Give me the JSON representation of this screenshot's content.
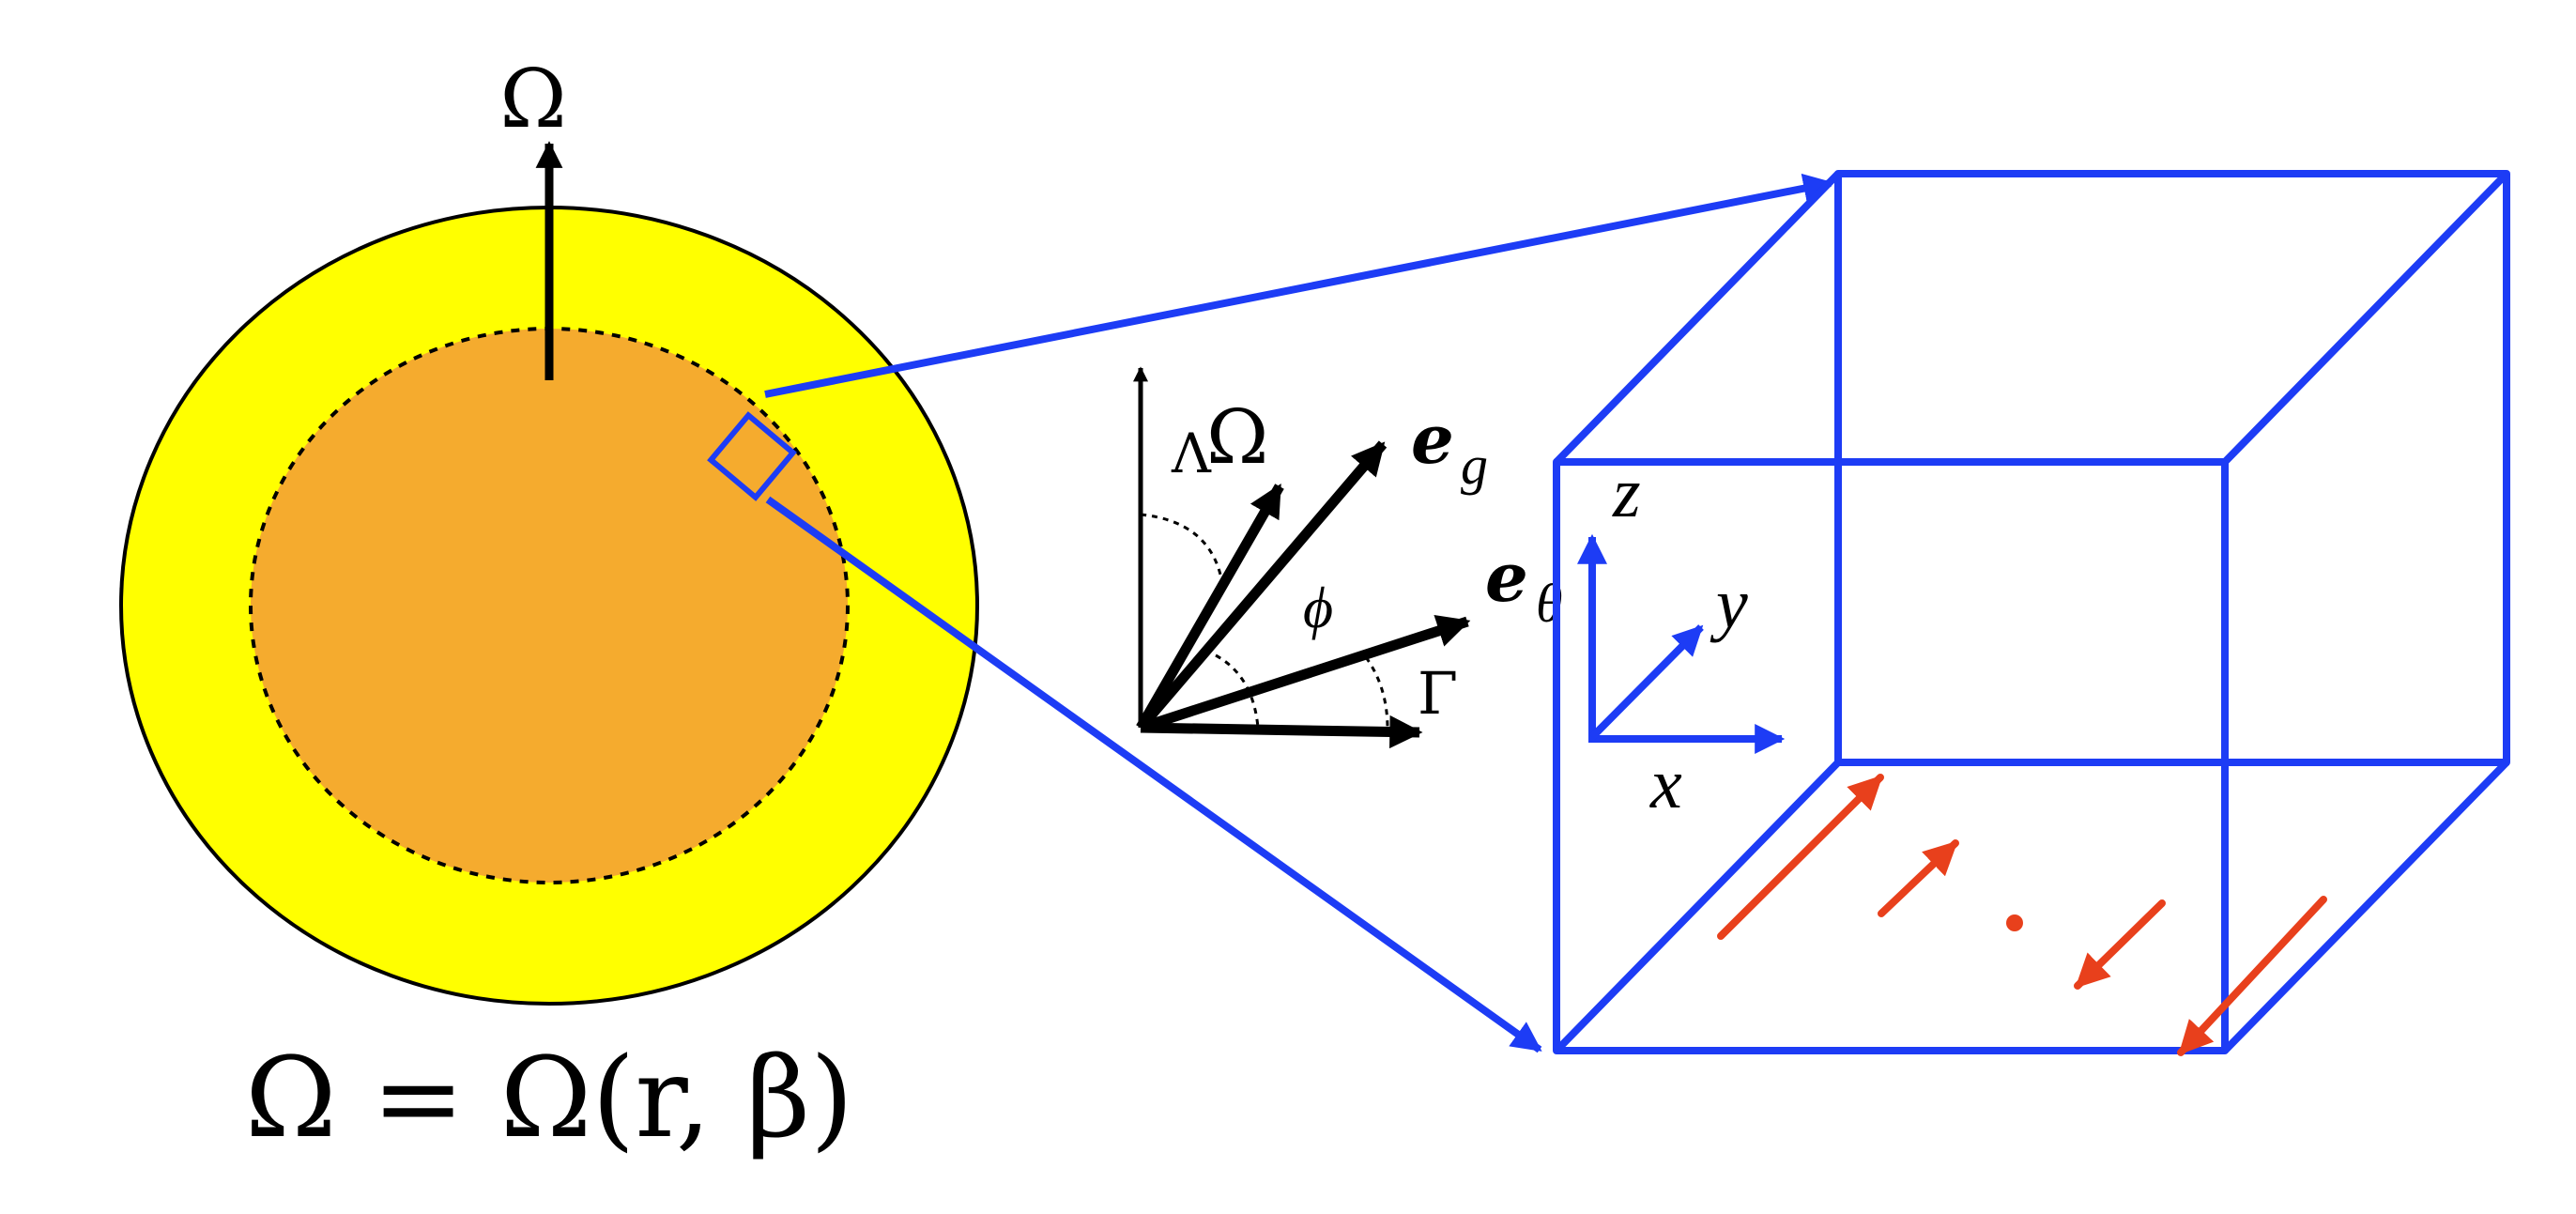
{
  "star": {
    "rotation_symbol": "Ω",
    "equation": "Ω = Ω(r, β)",
    "colors": {
      "envelope": "#ffff00",
      "core": "#f5ab2e",
      "outline": "#000000"
    }
  },
  "vectors": {
    "lambda": "Λ",
    "omega": "Ω",
    "e_g_base": "e",
    "e_g_sub": "g",
    "phi": "ϕ",
    "e_theta_base": "e",
    "e_theta_sub": "θ",
    "gamma": "Γ"
  },
  "box": {
    "axis_z": "z",
    "axis_y": "y",
    "axis_x": "x",
    "colors": {
      "box": "#1d3cf5",
      "flow": "#e8401c"
    }
  }
}
